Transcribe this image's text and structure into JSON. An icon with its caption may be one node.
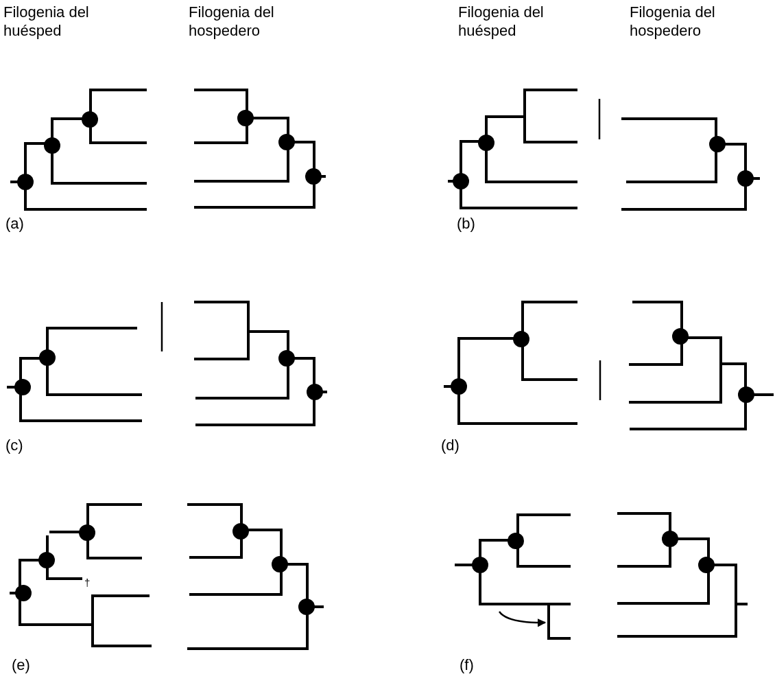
{
  "diagram": {
    "labels": [
      "Filogenia del huésped",
      "Filogenia del hospedero",
      "Filogenia del huésped",
      "Filogenia del hospedero",
      "(a)",
      "(b)",
      "(c)",
      "(d)",
      "†",
      "(e)",
      "(f)"
    ]
  }
}
